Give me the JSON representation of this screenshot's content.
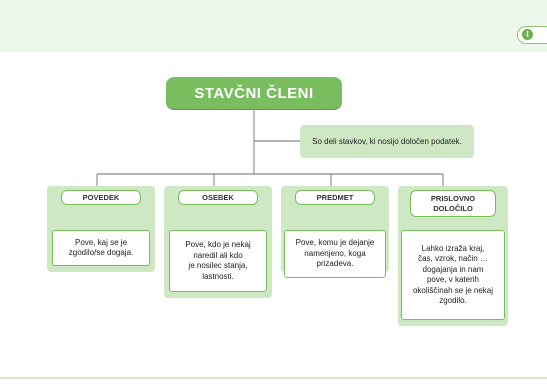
{
  "colors": {
    "header_band": "#eef7ec",
    "title_fill": "#79bd5f",
    "light_green": "#cfe8c4",
    "border_green": "#79bd5f",
    "connector": "#6e6e6e"
  },
  "toolbar": {
    "info_icon": "info-icon",
    "info_symbol": "i"
  },
  "diagram": {
    "title": "STAVČNI ČLENI",
    "description": "So deli stavkov, ki nosijo določen podatek.",
    "categories": [
      {
        "label": "POVEDEK",
        "definition": "Pove, kaj se je\nzgodilo/se dogaja."
      },
      {
        "label": "OSEBEK",
        "definition": "Pove, kdo je nekaj\nnaredil ali kdo\nje nosilec stanja,\nlastnosti."
      },
      {
        "label": "PREDMET",
        "definition": "Pove, komu je dejanje\nnamenjeno, koga\nprizadeva."
      },
      {
        "label": "PRISLOVNO\nDOLOČILO",
        "definition": "Lahko izraža kraj,\nčas, vzrok, način …\ndogajanja in nam\npove, v katerih\nokoliščinah se je nekaj\nzgodilo."
      }
    ]
  }
}
